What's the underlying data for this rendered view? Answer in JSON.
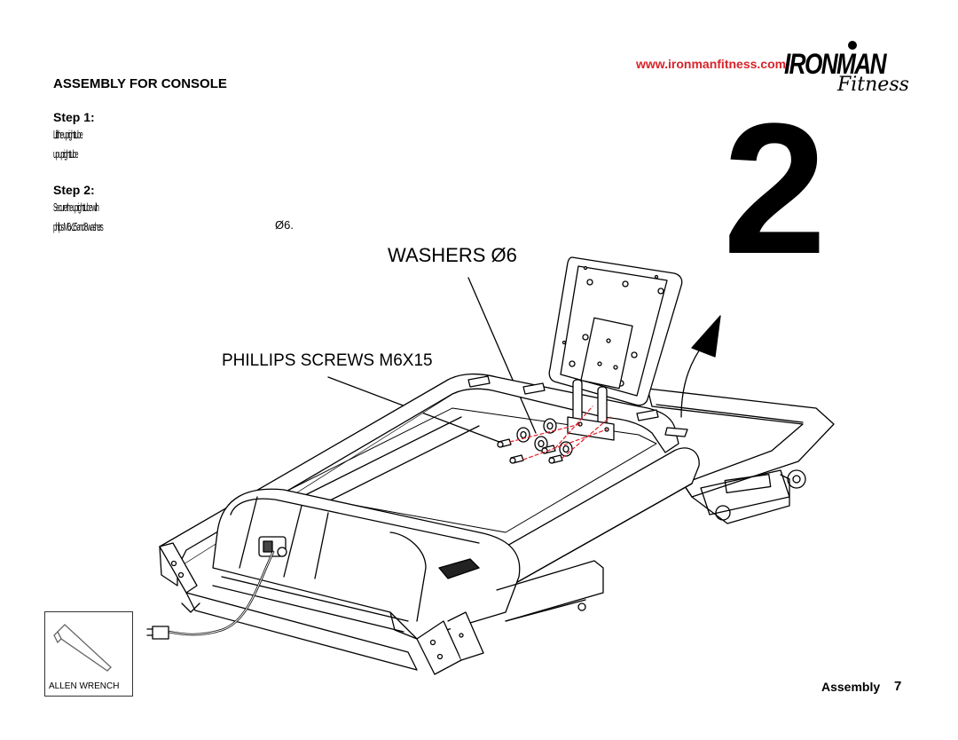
{
  "header": {
    "url": "www.ironmanfitness.com",
    "logo_word": "IRONMAN",
    "logo_sub": "Fitness"
  },
  "section": {
    "title": "ASSEMBLY FOR CONSOLE",
    "step_number": "2"
  },
  "steps": [
    {
      "label": "Step 1:",
      "lines": [
        "Lift the upright tube",
        "up           upright tube"
      ]
    },
    {
      "label": "Step 2:",
      "lines": [
        "Secure the upright tube with",
        "phillips M6x15 and 8 washers"
      ],
      "trailing": "Ø6."
    }
  ],
  "callouts": {
    "washers": "WASHERS Ø6",
    "screws": "PHILLIPS SCREWS M6X15"
  },
  "tool": {
    "label": "ALLEN WRENCH"
  },
  "footer": {
    "label": "Assembly",
    "page": "7"
  }
}
